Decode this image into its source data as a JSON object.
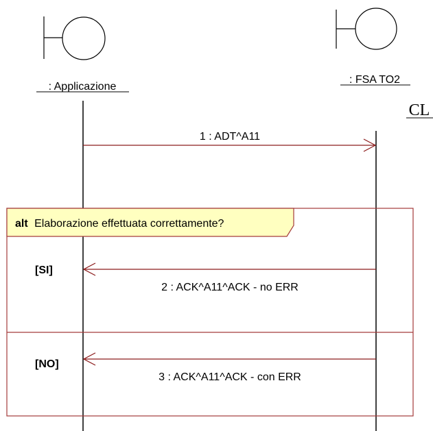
{
  "colors": {
    "message": "#8b1a1a",
    "frame": "#a33a3a",
    "alt_label_fill": "#ffffc0",
    "line": "#000000"
  },
  "lifelines": [
    {
      "name": ": Applicazione",
      "icon": "boundary-icon"
    },
    {
      "name": ": FSA TO2",
      "icon": "boundary-icon"
    }
  ],
  "note_label": "CL",
  "messages": [
    {
      "label": "1 : ADT^A11"
    },
    {
      "label": "2 : ACK^A11^ACK - no ERR"
    },
    {
      "label": "3 : ACK^A11^ACK - con ERR"
    }
  ],
  "alt_fragment": {
    "keyword": "alt",
    "condition": "Elaborazione effettuata correttamente?",
    "guards": [
      "[SI]",
      "[NO]"
    ]
  }
}
